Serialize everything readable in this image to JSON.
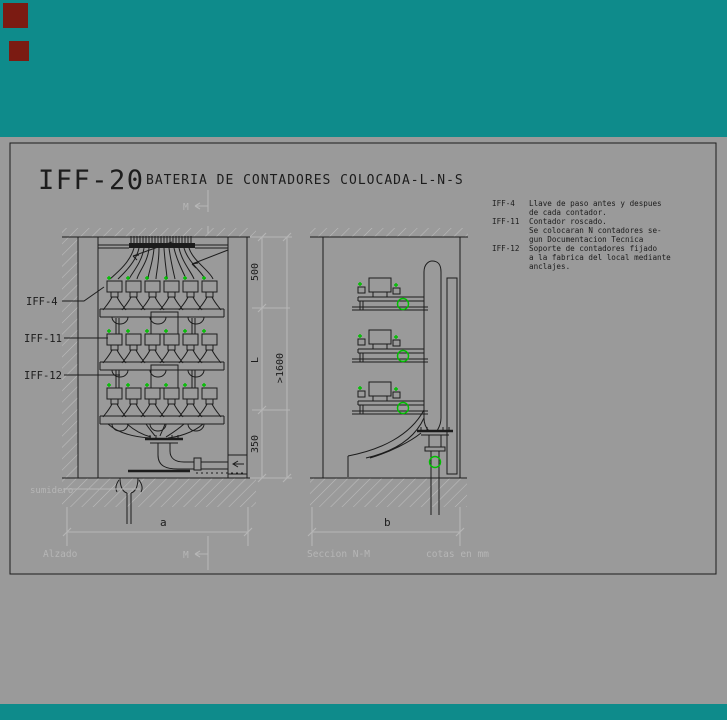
{
  "colors": {
    "teal": "#0e8b8b",
    "maroon": "#7b1b12",
    "paper": "#9a9a9a",
    "line": "#1c1c1c",
    "dim_gray": "#b6b6b6",
    "valve_green": "#00c000",
    "hatch": "#bdbdbd"
  },
  "title": {
    "code": "IFF-20",
    "name": "BATERIA DE CONTADORES COLOCADA-L-N-S"
  },
  "legend": {
    "items": [
      {
        "code": "IFF-4",
        "lines": [
          "Llave de paso antes y despues",
          "de cada contador."
        ]
      },
      {
        "code": "IFF-11",
        "lines": [
          "Contador roscado.",
          "Se colocaran N contadores se-",
          "gun Documentacion Tecnica"
        ]
      },
      {
        "code": "IFF-12",
        "lines": [
          "Soporte de contadores fijado",
          "a la fabrica del local mediante",
          "anclajes."
        ]
      }
    ]
  },
  "callouts": {
    "iff4": "IFF-4",
    "iff11": "IFF-11",
    "iff12": "IFF-12",
    "sumidero": "sumidero"
  },
  "dims": {
    "v1_top": "500",
    "v1_mid": "L",
    "v1_bot": "350",
    "v2": ">1600",
    "a": "a",
    "b": "b"
  },
  "captions": {
    "left": "Alzado",
    "right": "Seccion N-M",
    "units": "cotas en mm",
    "marker_top": "M",
    "marker_bottom": "M"
  }
}
